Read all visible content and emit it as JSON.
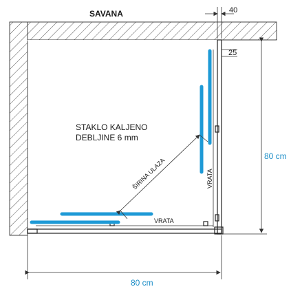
{
  "title": "SAVANA",
  "note": {
    "line1": "STAKLO KALJENO",
    "line2": "DEBLJINE 6 mm"
  },
  "labels": {
    "entry_width": "ŠIRINA ULAZA",
    "door_right": "VRATA",
    "door_bottom": "VRATA"
  },
  "dimensions": {
    "top_offset": "40",
    "side_offset": "25",
    "height": "80 cm",
    "width": "80 cm"
  },
  "colors": {
    "glass": "#1e9ad6",
    "dimension_text": "#1e8fc8"
  }
}
